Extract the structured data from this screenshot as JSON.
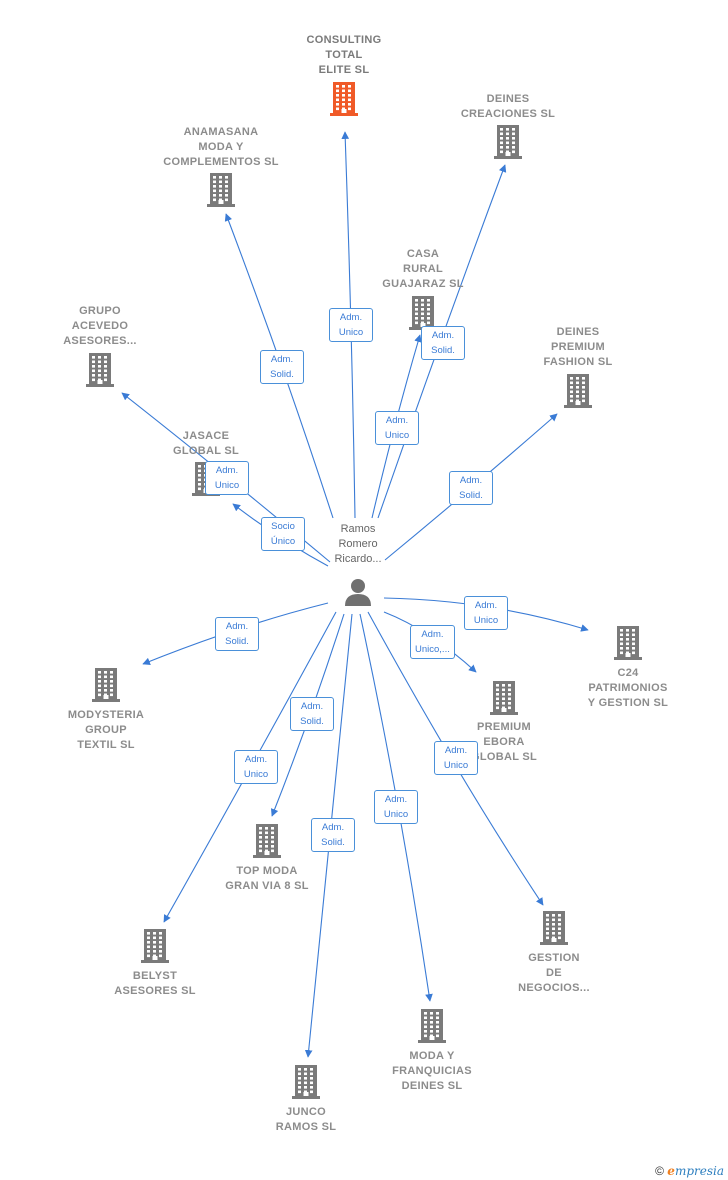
{
  "colors": {
    "edge": "#3a7bd5",
    "building": "#7a7a7a",
    "building_highlight": "#f05a28",
    "person": "#707070"
  },
  "person": {
    "label": "Ramos\nRomero\nRicardo..."
  },
  "companies": [
    {
      "id": "consulting-total-elite",
      "label": "CONSULTING\nTOTAL\nELITE  SL",
      "highlight": true
    },
    {
      "id": "deines-creaciones",
      "label": "DEINES\nCREACIONES SL"
    },
    {
      "id": "anamasana",
      "label": "ANAMASANA\nMODA Y\nCOMPLEMENTOS SL"
    },
    {
      "id": "casa-rural-guajaraz",
      "label": "CASA\nRURAL\nGUAJARAZ  SL"
    },
    {
      "id": "grupo-acevedo",
      "label": "GRUPO\nACEVEDO\nASESORES..."
    },
    {
      "id": "deines-premium",
      "label": "DEINES\nPREMIUM\nFASHION  SL"
    },
    {
      "id": "jasace",
      "label": "JASACE\nGLOBAL  SL"
    },
    {
      "id": "modysteria",
      "label": "MODYSTERIA\nGROUP\nTEXTIL  SL"
    },
    {
      "id": "c24",
      "label": "C24\nPATRIMONIOS\nY GESTION  SL"
    },
    {
      "id": "premium-ebora",
      "label": "PREMIUM\nEBORA\nGLOBAL  SL"
    },
    {
      "id": "top-moda",
      "label": "TOP MODA\nGRAN VIA 8  SL"
    },
    {
      "id": "belyst",
      "label": "BELYST\nASESORES  SL"
    },
    {
      "id": "gestion-negocios",
      "label": "GESTION\nDE\nNEGOCIOS..."
    },
    {
      "id": "moda-franquicias",
      "label": "MODA Y\nFRANQUICIAS\nDEINES  SL"
    },
    {
      "id": "junco-ramos",
      "label": "JUNCO\nRAMOS SL"
    }
  ],
  "relations": [
    {
      "target": "consulting-total-elite",
      "role": "Adm.\nUnico"
    },
    {
      "target": "deines-creaciones",
      "role": "Adm.\nUnico"
    },
    {
      "target": "anamasana",
      "role": "Adm.\nSolid."
    },
    {
      "target": "casa-rural-guajaraz",
      "role": "Adm.\nSolid."
    },
    {
      "target": "grupo-acevedo",
      "role": "Adm.\nUnico"
    },
    {
      "target": "deines-premium",
      "role": "Adm.\nSolid."
    },
    {
      "target": "jasace",
      "role": "Socio\nÚnico"
    },
    {
      "target": "modysteria",
      "role": "Adm.\nSolid."
    },
    {
      "target": "c24",
      "role": "Adm.\nUnico"
    },
    {
      "target": "premium-ebora",
      "role": "Adm.\nUnico,..."
    },
    {
      "target": "top-moda",
      "role": "Adm.\nSolid."
    },
    {
      "target": "belyst",
      "role": "Adm.\nUnico"
    },
    {
      "target": "gestion-negocios",
      "role": "Adm.\nUnico"
    },
    {
      "target": "moda-franquicias",
      "role": "Adm.\nUnico"
    },
    {
      "target": "junco-ramos",
      "role": "Adm.\nSolid."
    }
  ],
  "footer": {
    "copyright": "©",
    "brand_initial": "e",
    "brand_rest": "mpresia"
  }
}
